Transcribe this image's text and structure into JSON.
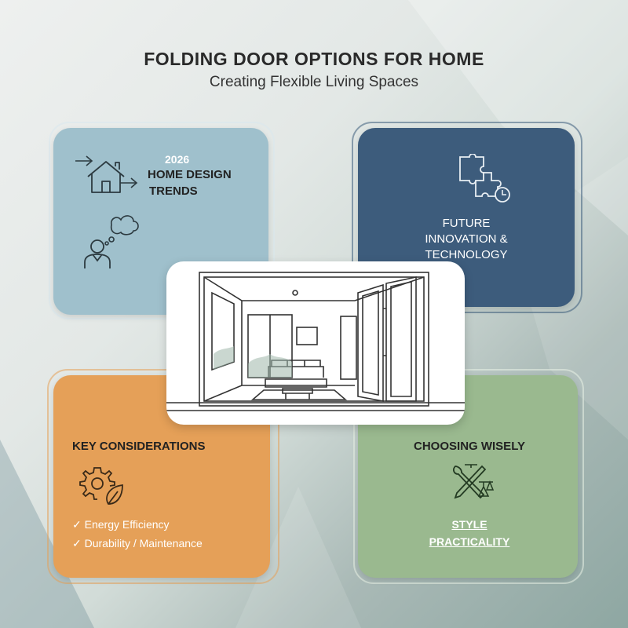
{
  "header": {
    "title": "FOLDING DOOR OPTIONS FOR HOME",
    "subtitle": "Creating Flexible Living Spaces"
  },
  "colors": {
    "blue_card": "#9fc0cc",
    "navy_card": "#3d5c7c",
    "orange_card": "#e5a058",
    "green_card": "#9ab98f"
  },
  "cards": {
    "trends": {
      "year": "2026",
      "line1": "HOME DESIGN",
      "line2": "TRENDS",
      "icons": [
        "arrow-right-icon",
        "house-icon",
        "thinking-person-icon"
      ]
    },
    "innovation": {
      "line1": "FUTURE",
      "line2": "INNOVATION &",
      "line3": "TECHNOLOGY",
      "icons": [
        "puzzle-clock-icon"
      ]
    },
    "considerations": {
      "heading": "KEY CONSIDERATIONS",
      "items": [
        "✓ Energy Efficiency",
        "✓ Durability / Maintenance"
      ],
      "icons": [
        "gear-leaf-icon"
      ]
    },
    "choosing": {
      "heading": "CHOOSING WISELY",
      "links": [
        "STYLE",
        "PRACTICALITY"
      ],
      "icons": [
        "tools-scale-icon"
      ]
    }
  },
  "center_illustration": {
    "icon": "folding-door-room-illustration"
  }
}
